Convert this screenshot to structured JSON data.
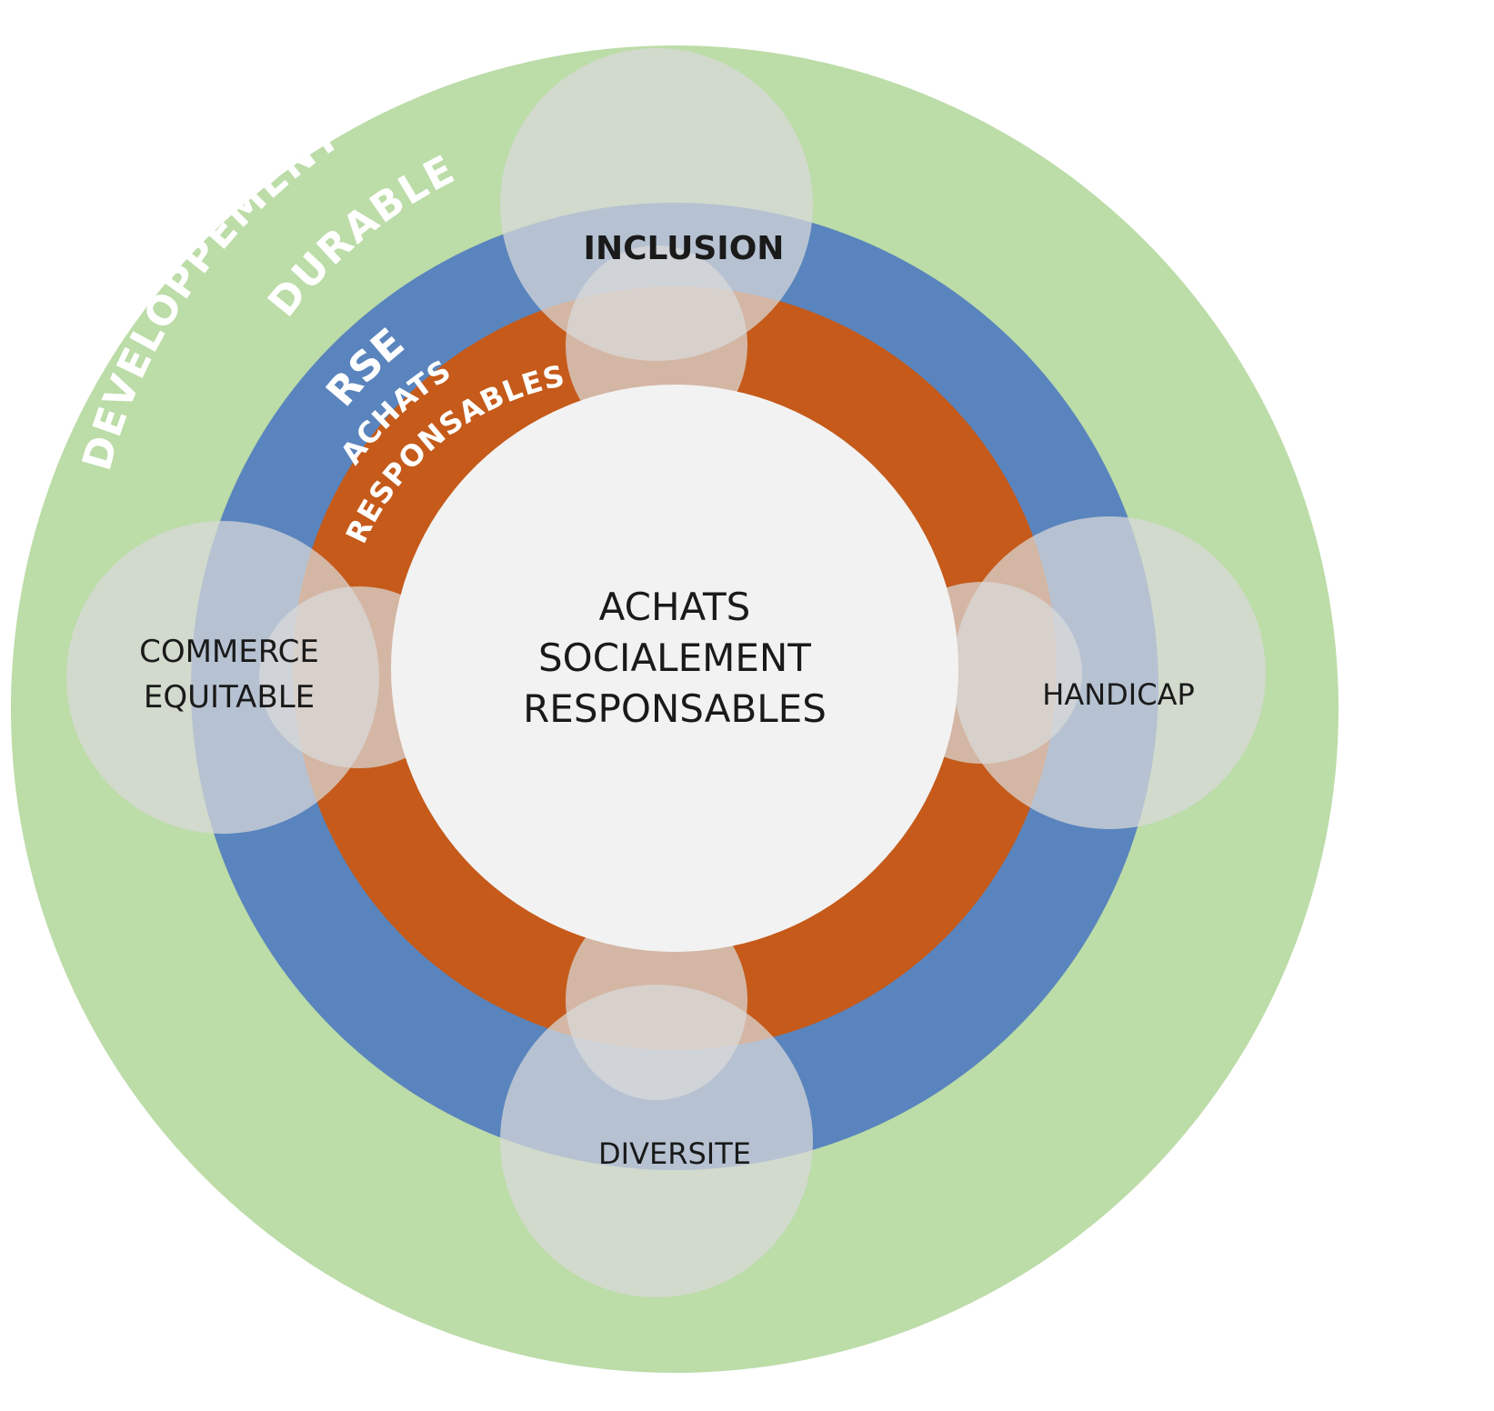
{
  "colors": {
    "developpement_durable": "#bcdca8",
    "rse": "#5a84bd",
    "achats_responsables": "#c55a1a",
    "center": "#f2f2f2",
    "petal": "#d9d9d9"
  },
  "rings": {
    "outer": {
      "line1": "DEVELOPPEMENT",
      "line2": "DURABLE"
    },
    "middle": {
      "label": "RSE"
    },
    "inner": {
      "line1": "ACHATS",
      "line2": "RESPONSABLES"
    }
  },
  "center": {
    "line1": "ACHATS",
    "line2": "SOCIALEMENT",
    "line3": "RESPONSABLES"
  },
  "petals": {
    "top": {
      "label": "INCLUSION"
    },
    "right": {
      "label": "HANDICAP"
    },
    "bottom": {
      "label": "DIVERSITE"
    },
    "left": {
      "line1": "COMMERCE",
      "line2": "EQUITABLE"
    }
  }
}
